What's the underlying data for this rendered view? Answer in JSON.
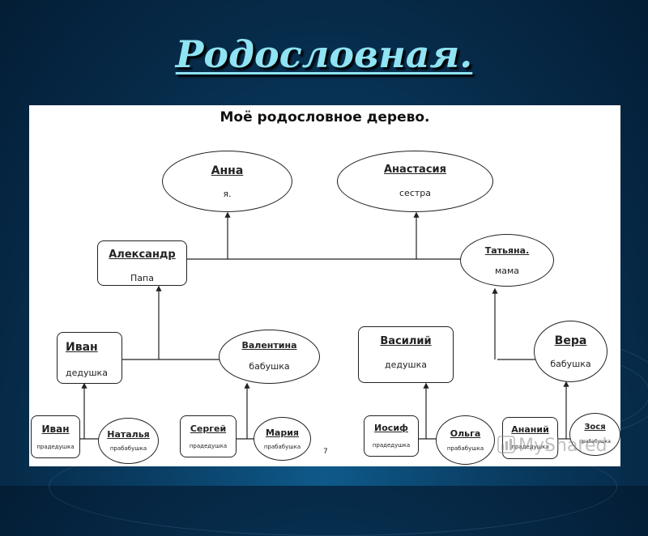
{
  "slide_title": "Родословная.",
  "diagram_title": "Моё родословное дерево.",
  "page_number": "7",
  "watermark": "MyShared",
  "nodes": {
    "anna": {
      "name": "Анна",
      "role": "я."
    },
    "anastasia": {
      "name": "Анастасия",
      "role": "сестра"
    },
    "aleksandr": {
      "name": "Александр",
      "role": "Папа"
    },
    "tatyana": {
      "name": "Татьяна.",
      "role": "мама"
    },
    "ivan_grandfather": {
      "name": "Иван",
      "role": "дедушка"
    },
    "valentina": {
      "name": "Валентина",
      "role": "бабушка"
    },
    "vasiliy": {
      "name": "Василий",
      "role": "дедушка"
    },
    "vera": {
      "name": "Вера",
      "role": "бабушка"
    },
    "ivan_greatgrandfather": {
      "name": "Иван",
      "role": "прадедушка"
    },
    "natalya": {
      "name": "Наталья",
      "role": "прабабушка"
    },
    "sergey": {
      "name": "Сергей",
      "role": "прадедушка"
    },
    "mariya": {
      "name": "Мария",
      "role": "прабабушка"
    },
    "iosif": {
      "name": "Иосиф",
      "role": "прадедушка"
    },
    "olga": {
      "name": "Ольга",
      "role": "прабабушка"
    },
    "ananiy": {
      "name": "Ананий",
      "role": "прадедушка"
    },
    "zosya": {
      "name": "Зося",
      "role": "прабабушка"
    }
  }
}
